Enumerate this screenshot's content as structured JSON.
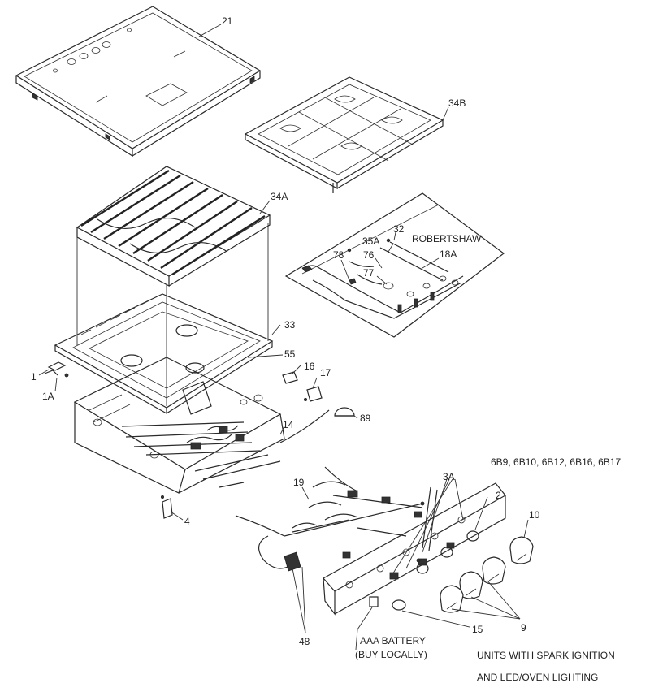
{
  "callouts": {
    "c21": "21",
    "c34b": "34B",
    "c34a": "34A",
    "c32": "32",
    "robertshaw": "ROBERTSHAW",
    "c35a": "35A",
    "c18a": "18A",
    "c76": "76",
    "c78": "78",
    "c77": "77",
    "c33": "33",
    "c55": "55",
    "c16": "16",
    "c17": "17",
    "c1": "1",
    "c1a": "1A",
    "c89": "89",
    "c14": "14",
    "c4": "4",
    "models": "6B9, 6B10, 6B12, 6B16, 6B17",
    "c3a": "3A",
    "c2": "2",
    "c10": "10",
    "c19": "19",
    "c9": "9",
    "c15": "15",
    "c48": "48"
  },
  "notes": {
    "battery_line1": "AAA BATTERY",
    "battery_line2": "(BUY LOCALLY)",
    "units_line1": "UNITS WITH SPARK IGNITION",
    "units_line2": "AND LED/OVEN LIGHTING"
  },
  "colors": {
    "line": "#2a2a2a",
    "background": "#ffffff"
  }
}
